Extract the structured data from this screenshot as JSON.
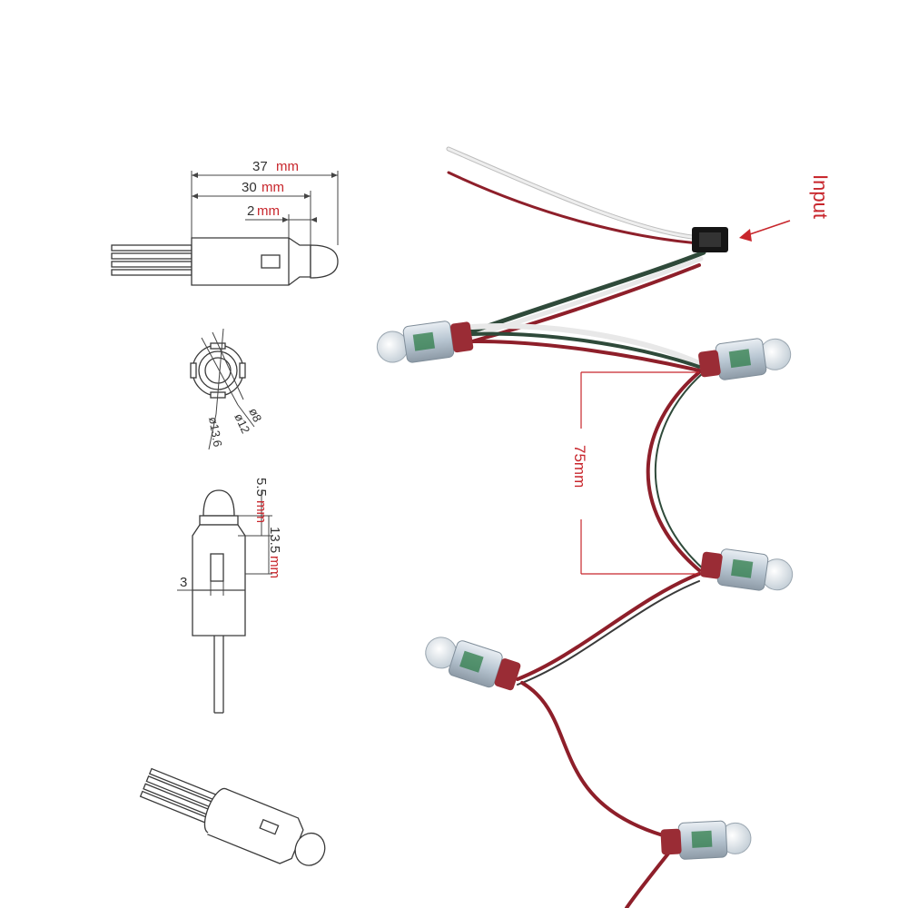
{
  "dimensions": {
    "length_total": {
      "value": "37",
      "unit": "mm"
    },
    "length_body": {
      "value": "30",
      "unit": "mm"
    },
    "length_tip": {
      "value": "2",
      "unit": "mm"
    },
    "diameter_inner": "ø8",
    "diameter_mid": "ø12",
    "diameter_outer": "ø13.6",
    "height_dome": {
      "value": "5.5",
      "unit": "mm"
    },
    "height_body": {
      "value": "13.5",
      "unit": "mm"
    },
    "width_slot": "3"
  },
  "photo": {
    "input_label": "Input",
    "spacing_label": "75mm"
  },
  "colors": {
    "annotation_red": "#c8262c",
    "wire_red": "#8e1f2a",
    "wire_white": "#e8e8e8",
    "wire_green": "#2f4a3a"
  }
}
